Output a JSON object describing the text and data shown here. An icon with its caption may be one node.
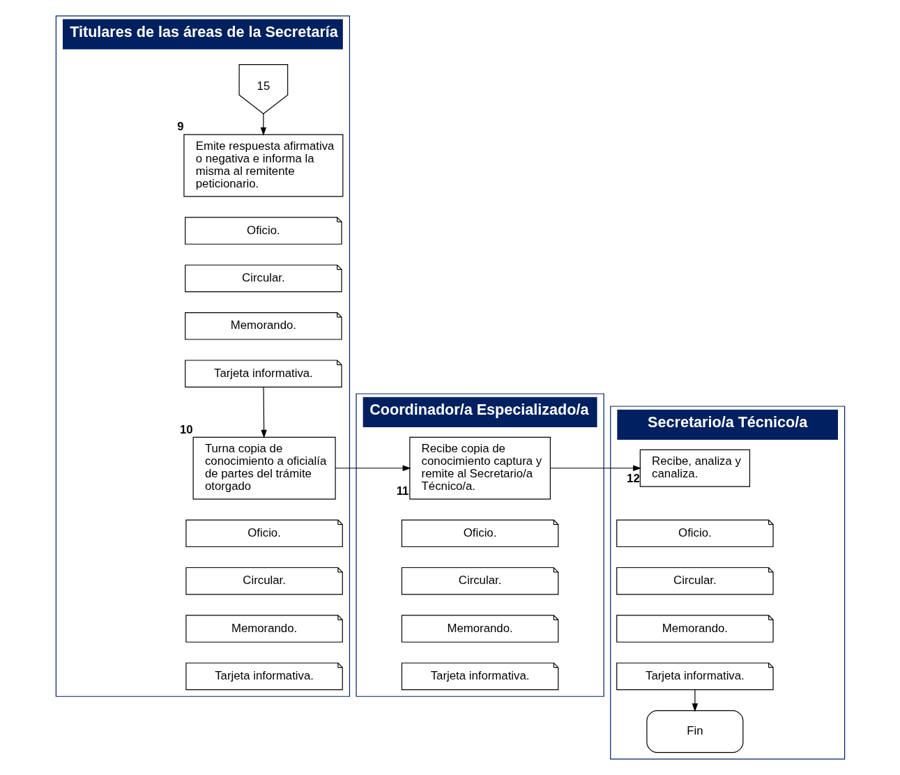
{
  "diagram": {
    "nodes": [
      {
        "text": [
          "Titulares de las áreas de la Secretaría"
        ]
      },
      {
        "text": [
          "Coordinador/a Especializado/a"
        ]
      },
      {
        "text": [
          "Secretario/a Técnico/a"
        ]
      },
      {
        "text": [
          "15"
        ],
        "in": 0
      },
      {
        "text": [
          "Emite respuesta afirmativa o negativa e informa la misma al remitente peticionario."
        ],
        "beside": [
          "9"
        ],
        "in": 0
      },
      {
        "text": [
          "Oficio."
        ],
        "in": 0
      },
      {
        "text": [
          "Circular."
        ],
        "in": 0
      },
      {
        "text": [
          "Memorando."
        ],
        "in": 0
      },
      {
        "text": [
          "Tarjeta informativa."
        ],
        "in": 0
      },
      {
        "text": [
          "Turna copia de conocimiento a oficialía de partes del trámite otorgado"
        ],
        "beside": [
          "10"
        ],
        "in": 0
      },
      {
        "text": [
          "Oficio."
        ],
        "in": 0
      },
      {
        "text": [
          "Circular."
        ],
        "in": 0
      },
      {
        "text": [
          "Memorando."
        ],
        "in": 0
      },
      {
        "text": [
          "Tarjeta informativa."
        ],
        "in": 0
      },
      {
        "text": [
          "Recibe copia de conocimiento captura y remite al Secretario/a Técnico/a."
        ],
        "beside": [
          "11"
        ],
        "in": 1
      },
      {
        "text": [
          "Oficio."
        ],
        "in": 1
      },
      {
        "text": [
          "Circular."
        ],
        "in": 1
      },
      {
        "text": [
          "Memorando."
        ],
        "in": 1
      },
      {
        "text": [
          "Tarjeta informativa."
        ],
        "in": 1
      },
      {
        "text": [
          "Recibe, analiza y canaliza."
        ],
        "beside": [
          "12"
        ],
        "in": 2
      },
      {
        "text": [
          "Oficio."
        ],
        "in": 2
      },
      {
        "text": [
          "Circular."
        ],
        "in": 2
      },
      {
        "text": [
          "Memorando."
        ],
        "in": 2
      },
      {
        "text": [
          "Tarjeta informativa."
        ],
        "in": 2
      },
      {
        "text": [
          "Fin"
        ],
        "in": 2
      }
    ],
    "edges": [
      {
        "from": 3,
        "to": 4,
        "arrow": "to"
      },
      {
        "from": 8,
        "to": 9,
        "arrow": "to"
      },
      {
        "from": 9,
        "to": 14,
        "arrow": "to"
      },
      {
        "from": 14,
        "to": 19,
        "arrow": "to"
      },
      {
        "from": 23,
        "to": 24,
        "arrow": "to"
      }
    ]
  }
}
